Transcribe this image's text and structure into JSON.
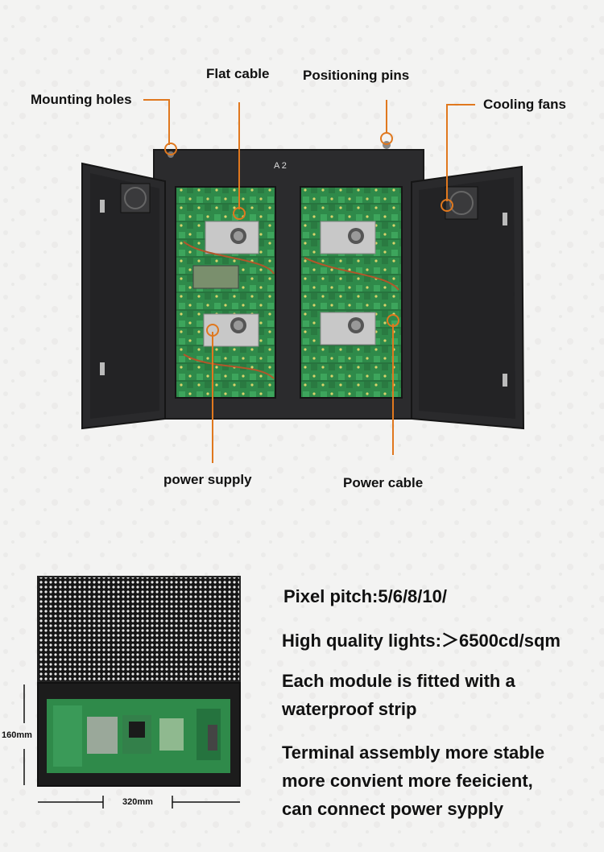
{
  "callouts": {
    "mounting_holes": "Mounting holes",
    "flat_cable": "Flat cable",
    "positioning_pins": "Positioning pins",
    "cooling_fans": "Cooling fans",
    "power_supply": "power supply",
    "power_cable": "Power cable"
  },
  "cabinet_marking": "A 2",
  "module": {
    "height_label": "160mm",
    "width_label": "320mm"
  },
  "specs": {
    "pixel_pitch": "Pixel pitch:5/6/8/10/",
    "high_quality": "High quality lights:＞6500cd/sqm",
    "module_line1": "Each module is fitted with a",
    "module_line2": "waterproof strip",
    "terminal_line1": "Terminal assembly more stable",
    "terminal_line2": "more convient more feeicient,",
    "terminal_line3": "can connect power sypply"
  },
  "colors": {
    "callout_orange": "#e0781e",
    "cabinet": "#2b2b2d",
    "pcb_green": "#2f8a4a"
  }
}
